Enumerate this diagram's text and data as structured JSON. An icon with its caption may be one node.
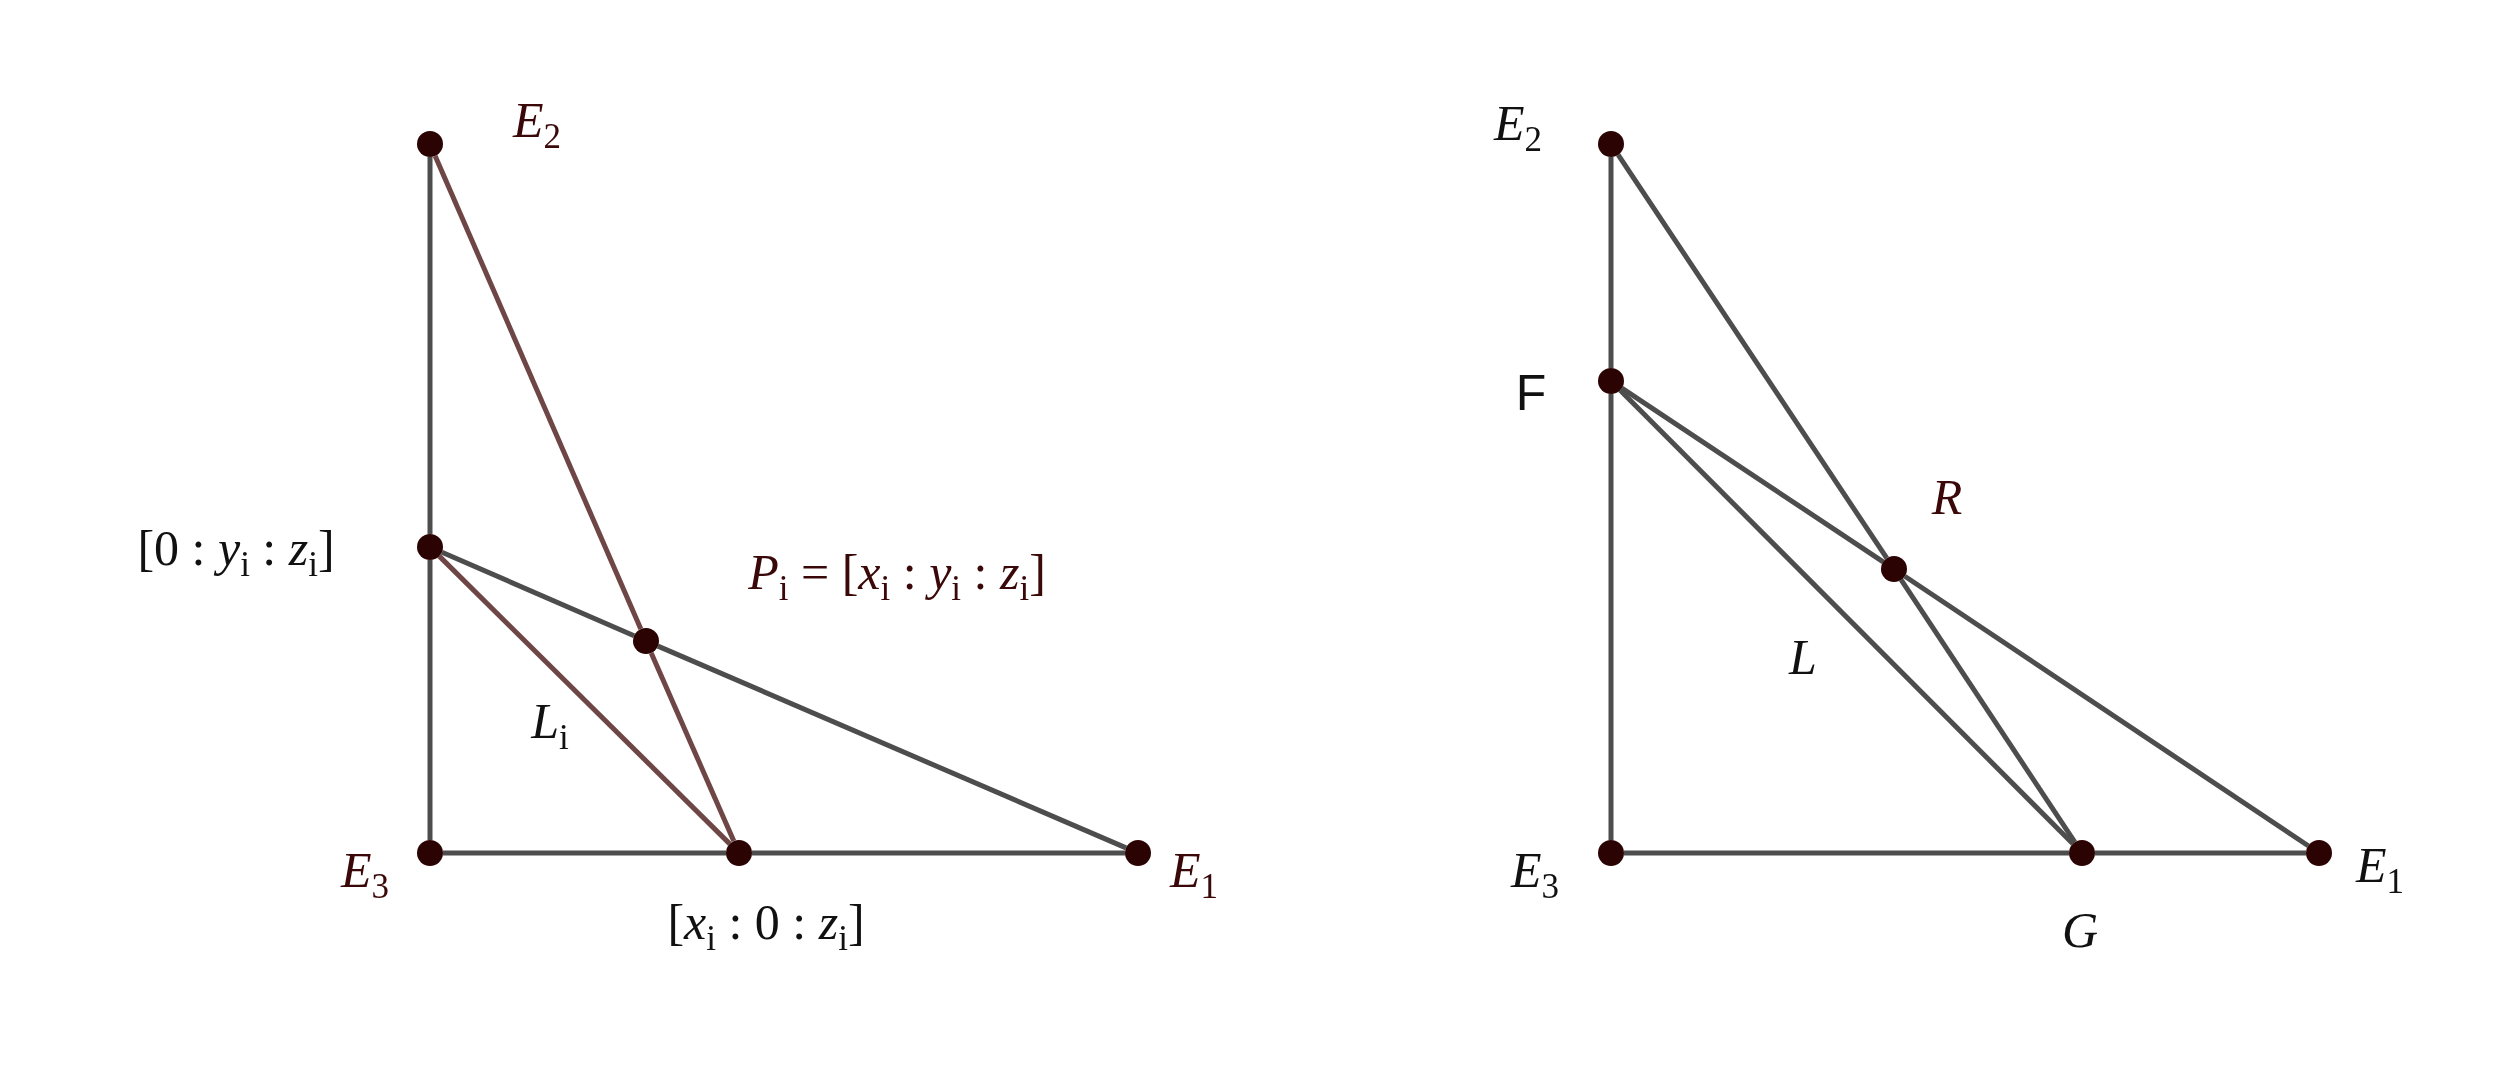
{
  "diagram": {
    "nodes": [
      {
        "text": [
          "*E*$_{2}$"
        ]
      },
      {
        "text": [
          "[0 : *y*$_{i}$ : *z*$_{i}$]"
        ]
      },
      {
        "text": [
          "*P*$_{i}$ = [*x*$_{i}$ : *y*$_{i}$ : *z*$_{i}$]"
        ]
      },
      {
        "text": [
          "*E*$_{3}$"
        ]
      },
      {
        "text": [
          "[*x*$_{i}$ : 0 : *z*$_{i}$]"
        ]
      },
      {
        "text": [
          "*E*$_{1}$"
        ]
      },
      {
        "text": [
          "*E*$_{2}$"
        ]
      },
      {
        "text": [
          "F"
        ]
      },
      {
        "text": [
          "*R*"
        ]
      },
      {
        "text": [
          "*E*$_{3}$"
        ]
      },
      {
        "text": [
          "*G*"
        ]
      },
      {
        "text": [
          "*E*$_{1}$"
        ]
      }
    ],
    "edges": [
      {
        "from": 0,
        "to": 1,
        "arrow": "none"
      },
      {
        "from": 1,
        "to": 3,
        "arrow": "none"
      },
      {
        "from": 3,
        "to": 4,
        "arrow": "none"
      },
      {
        "from": 4,
        "to": 5,
        "arrow": "none"
      },
      {
        "from": 1,
        "to": 2,
        "arrow": "none"
      },
      {
        "from": 2,
        "to": 5,
        "arrow": "none"
      },
      {
        "from": 0,
        "to": 2,
        "arrow": "none",
        "color": "#6e4646"
      },
      {
        "from": 2,
        "to": 4,
        "arrow": "none",
        "color": "#6e4646"
      },
      {
        "from": 1,
        "to": 4,
        "arrow": "none",
        "color": "#6e4646",
        "label": "*L*$_{i}$"
      },
      {
        "from": 6,
        "to": 7,
        "arrow": "none"
      },
      {
        "from": 7,
        "to": 9,
        "arrow": "none"
      },
      {
        "from": 9,
        "to": 10,
        "arrow": "none"
      },
      {
        "from": 10,
        "to": 11,
        "arrow": "none"
      },
      {
        "from": 6,
        "to": 8,
        "arrow": "none"
      },
      {
        "from": 8,
        "to": 10,
        "arrow": "none"
      },
      {
        "from": 7,
        "to": 8,
        "arrow": "none"
      },
      {
        "from": 8,
        "to": 11,
        "arrow": "none"
      },
      {
        "from": 7,
        "to": 10,
        "arrow": "none",
        "label": "*L*"
      }
    ]
  }
}
